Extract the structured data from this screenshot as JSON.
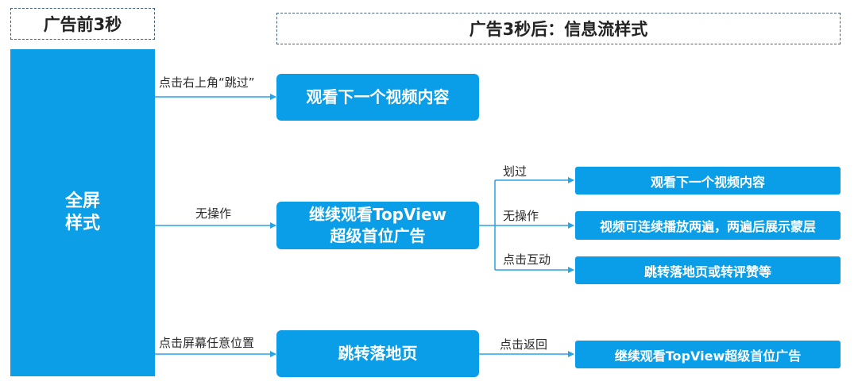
{
  "headers": {
    "before": "广告前3秒",
    "after": "广告3秒后：信息流样式"
  },
  "fullscreen": {
    "line1": "全屏",
    "line2": "样式"
  },
  "edges": {
    "skip": "点击右上角“跳过”",
    "no_action": "无操作",
    "click_anywhere": "点击屏幕任意位置",
    "swipe": "划过",
    "no_action_2": "无操作",
    "interact": "点击互动",
    "back": "点击返回"
  },
  "nodes": {
    "next_video": "观看下一个视频内容",
    "topview_line1": "继续观看TopView",
    "topview_line2": "超级首位广告",
    "landing": "跳转落地页",
    "next_video_2": "观看下一个视频内容",
    "loop_twice": "视频可连续播放两遍，两遍后展示蒙层",
    "landing_or_comment": "跳转落地页或转评赞等",
    "continue_topview": "继续观看TopView超级首位广告"
  },
  "colors": {
    "node_blue": "#0a9ee8",
    "panel_blue": "#0c9ee6",
    "line_blue": "#29a3e3"
  }
}
